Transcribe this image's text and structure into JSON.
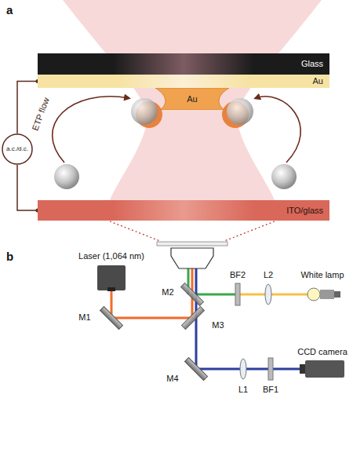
{
  "diagram": {
    "nodes": [
      {
        "text": [
          "Glass"
        ]
      },
      {
        "text": [
          "Au"
        ]
      },
      {
        "text": [
          "Au"
        ]
      },
      {
        "text": [
          "ITO/glass"
        ]
      },
      {
        "text": [
          "a.c./d.c."
        ]
      }
    ],
    "edges": [
      {
        "from": 4,
        "to": 1,
        "arrow": "none"
      },
      {
        "from": 4,
        "to": 3,
        "arrow": "none"
      }
    ],
    "labels": [
      "a",
      "ETP flow",
      "b",
      "Laser (1,064 nm)",
      "M1",
      "M2",
      "M3",
      "M4",
      "BF2",
      "L2",
      "White lamp",
      "BF1",
      "L1",
      "CCD camera"
    ]
  }
}
